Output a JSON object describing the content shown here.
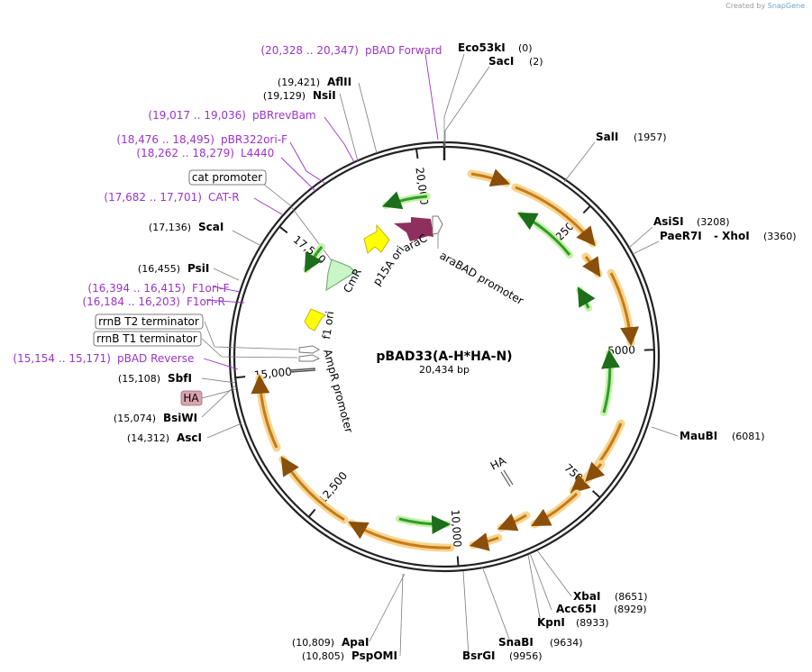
{
  "credit": {
    "prefix": "Created by",
    "brand": "SnapGene"
  },
  "plasmid": {
    "name": "pBAD33(A-H*HA-N)",
    "length_label": "20,434 bp",
    "total_bp": 20434
  },
  "ticks": [
    {
      "bp": 2500,
      "label": "2500"
    },
    {
      "bp": 5000,
      "label": "5000"
    },
    {
      "bp": 7500,
      "label": "7500"
    },
    {
      "bp": 10000,
      "label": "10,000"
    },
    {
      "bp": 12500,
      "label": "12,500"
    },
    {
      "bp": 15000,
      "label": "15,000"
    },
    {
      "bp": 17500,
      "label": "17,500"
    },
    {
      "bp": 20000,
      "label": "20,000"
    }
  ],
  "sites": [
    {
      "name": "Eco53kI",
      "pos": "(0)",
      "bp": 0
    },
    {
      "name": "SacI",
      "pos": "(2)",
      "bp": 2
    },
    {
      "name": "SalI",
      "pos": "(1957)",
      "bp": 1957
    },
    {
      "name": "AsiSI",
      "pos": "(3208)",
      "bp": 3208
    },
    {
      "name": "PaeR7I",
      "pos": "(3360)",
      "bp": 3360,
      "extra": "- XhoI"
    },
    {
      "name": "MauBI",
      "pos": "(6081)",
      "bp": 6081
    },
    {
      "name": "XbaI",
      "pos": "(8651)",
      "bp": 8651
    },
    {
      "name": "Acc65I",
      "pos": "(8929)",
      "bp": 8929
    },
    {
      "name": "KpnI",
      "pos": "(8933)",
      "bp": 8933
    },
    {
      "name": "SnaBI",
      "pos": "(9634)",
      "bp": 9634
    },
    {
      "name": "BsrGI",
      "pos": "(9956)",
      "bp": 9956
    },
    {
      "name": "ApaI",
      "pos": "(10,809)",
      "bp": 10809
    },
    {
      "name": "PspOMI",
      "pos": "(10,805)",
      "bp": 10805
    },
    {
      "name": "AscI",
      "pos": "(14,312)",
      "bp": 14312
    },
    {
      "name": "BsiWI",
      "pos": "(15,074)",
      "bp": 15074
    },
    {
      "name": "SbfI",
      "pos": "(15,108)",
      "bp": 15108
    },
    {
      "name": "PsiI",
      "pos": "(16,455)",
      "bp": 16455
    },
    {
      "name": "ScaI",
      "pos": "(17,136)",
      "bp": 17136
    },
    {
      "name": "NsiI",
      "pos": "(19,129)",
      "bp": 19129
    },
    {
      "name": "AflII",
      "pos": "(19,421)",
      "bp": 19421
    }
  ],
  "primers": [
    {
      "range": "(20,328 .. 20,347)",
      "name": "pBAD Forward",
      "bp": 20330
    },
    {
      "range": "(19,017 .. 19,036)",
      "name": "pBRrevBam",
      "bp": 19030
    },
    {
      "range": "(18,476 .. 18,495)",
      "name": "pBR322ori-F",
      "bp": 18485
    },
    {
      "range": "(18,262 .. 18,279)",
      "name": "L4440",
      "bp": 18270
    },
    {
      "range": "(17,682 .. 17,701)",
      "name": "CAT-R",
      "bp": 17690
    },
    {
      "range": "(16,394 .. 16,415)",
      "name": "F1ori-F",
      "bp": 16405
    },
    {
      "range": "(16,184 .. 16,203)",
      "name": "F1ori-R",
      "bp": 16195
    },
    {
      "range": "(15,154 .. 15,171)",
      "name": "pBAD Reverse",
      "bp": 15160
    }
  ],
  "boxed_features": [
    {
      "label": "cat promoter"
    },
    {
      "label": "rrnB T2 terminator"
    },
    {
      "label": "rrnB T1 terminator"
    }
  ],
  "ha_tag": {
    "label": "HA",
    "color": "#d9a3b0"
  },
  "inner_labels": {
    "arac": "araC",
    "arabad": "araBAD promoter",
    "p15a": "p15A ori",
    "cmr": "CmR",
    "f1": "f1 ori",
    "ampr": "AmpR promoter",
    "ha": "HA"
  },
  "colors": {
    "primer": "#9b34c9",
    "orange_fill": "#c77a1c",
    "orange_glow": "#f6d68f",
    "green_fill": "#2f9e2a",
    "green_glow": "#c8f0a8",
    "arac": "#8e2f5e",
    "ori": "#ffff00",
    "cmr": "#c9f5c7"
  }
}
